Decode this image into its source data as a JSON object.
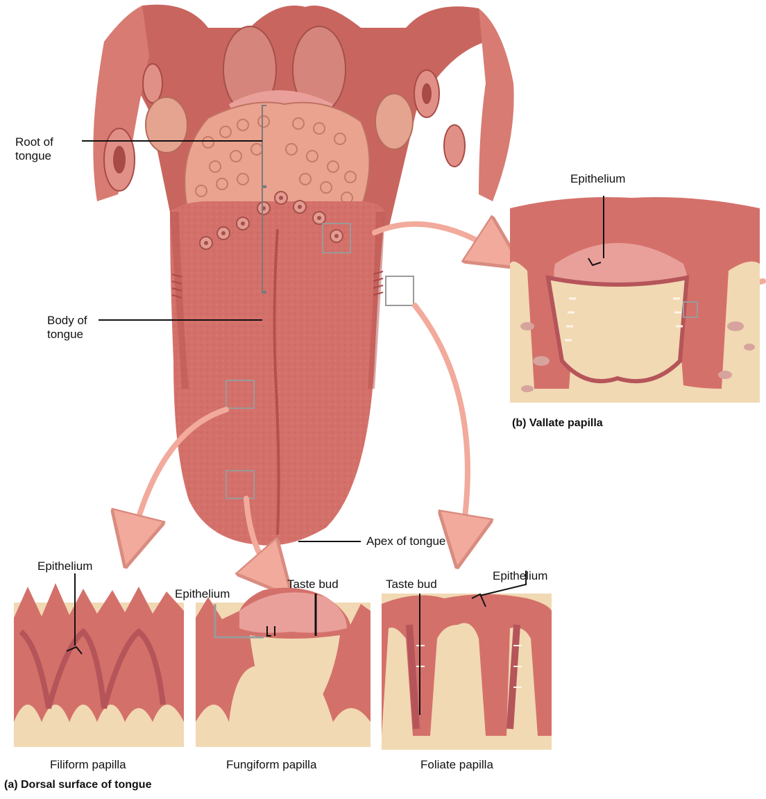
{
  "labels": {
    "root_of_tongue": "Root of tongue",
    "body_of_tongue": "Body of tongue",
    "apex_of_tongue": "Apex of tongue",
    "epithelium_vallate": "Epithelium",
    "epithelium_filiform": "Epithelium",
    "epithelium_fungiform": "Epithelium",
    "taste_bud_fungiform": "Taste bud",
    "taste_bud_foliate": "Taste bud",
    "epithelium_foliate": "Epithelium"
  },
  "captions": {
    "vallate": "(b) Vallate papilla",
    "filiform": "Filiform papilla",
    "fungiform": "Fungiform papilla",
    "foliate": "Foliate papilla",
    "dorsal": "(a) Dorsal surface of tongue"
  },
  "colors": {
    "tongue": "#d4706a",
    "tongue_dark": "#b8524e",
    "connective_tissue": "#f1d9b3",
    "epithelium": "#b5555a",
    "arrow": "#f2aa9c"
  }
}
